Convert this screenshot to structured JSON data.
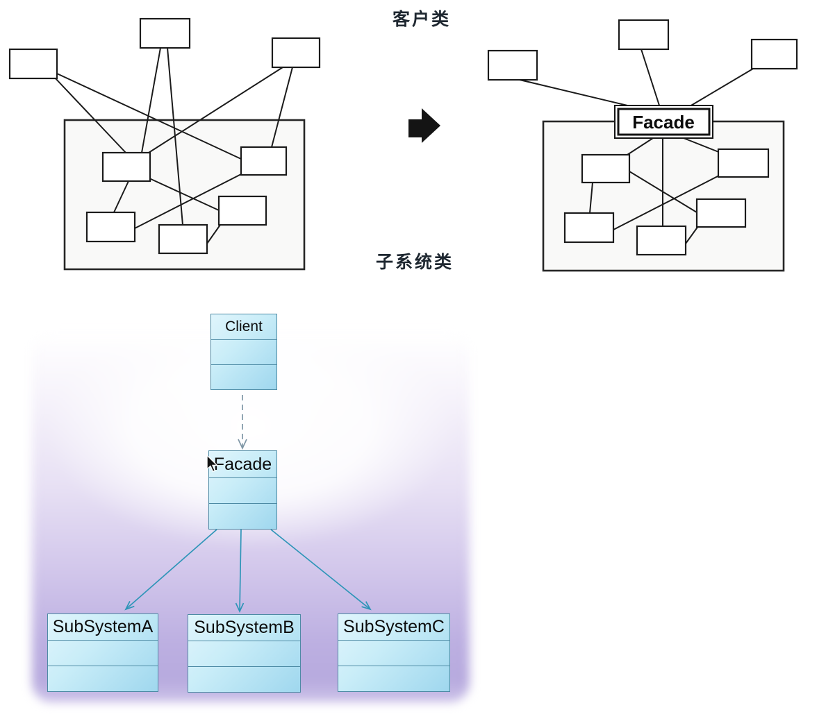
{
  "diagram_labels": {
    "client_classes": "客户类",
    "subsystem_classes": "子系统类",
    "facade_box": "Facade"
  },
  "uml": {
    "client": "Client",
    "facade": "Facade",
    "subsystems": [
      "SubSystemA",
      "SubSystemB",
      "SubSystemC"
    ]
  },
  "icons": {
    "transform_arrow": "solid-black-right-arrow",
    "cursor": "mouse-pointer-arrow",
    "dependency_arrowhead": "open-v-down",
    "association_arrowheads": "open-v"
  },
  "colors": {
    "sketch_stroke": "#1b1b1b",
    "uml_box_border": "#4d8aa4",
    "uml_box_fill_light": "#e0f5fc",
    "uml_box_fill_dark": "#9fd7ee",
    "uml_link": "#2e95b8",
    "dependency_gray": "#7e96a6",
    "panel_purple": "#b7aade",
    "page_background": "#ffffff"
  }
}
